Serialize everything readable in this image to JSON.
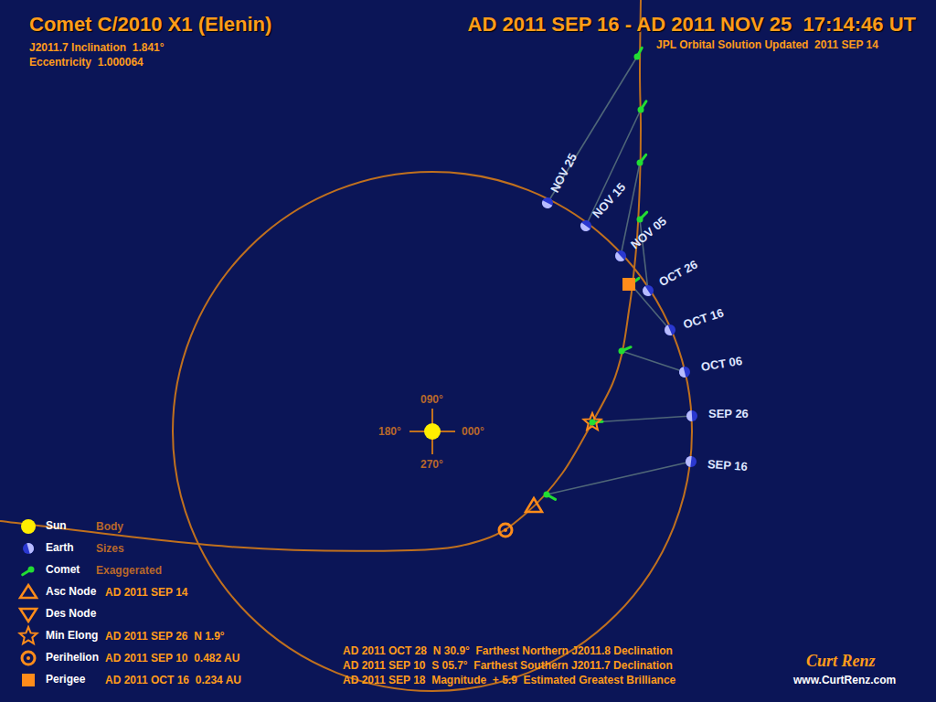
{
  "diagram": {
    "title": "Comet C/2010 X1 (Elenin)",
    "labels": [
      "J2011.7 Inclination  1.841°",
      "Eccentricity  1.000064",
      "AD 2011 SEP 16 - AD 2011 NOV 25  17:14:46 UT",
      "JPL Orbital Solution Updated  2011 SEP 14",
      "NOV 25",
      "NOV 15",
      "NOV 05",
      "OCT 26",
      "OCT 16",
      "OCT 06",
      "SEP 26",
      "SEP 16",
      "090°",
      "180°",
      "000°",
      "270°",
      "Body",
      "Sizes",
      "Exaggerated",
      "AD 2011 SEP 14",
      "AD 2011 SEP 26  N 1.9°",
      "AD 2011 SEP 10  0.482 AU",
      "AD 2011 OCT 16  0.234 AU",
      "AD 2011 OCT 28  N 30.9°  Farthest Northern J2011.8 Declination",
      "AD 2011 SEP 10  S 05.7°  Farthest Southern J2011.7 Declination",
      "AD 2011 SEP 18  Magnitude  + 5.9  Estimated Greatest Brilliance",
      "Curt Renz",
      "www.CurtRenz.com"
    ],
    "legend": [
      {
        "text": "Sun",
        "color": "#ffee00"
      },
      {
        "text": "Earth"
      },
      {
        "text": "Comet"
      },
      {
        "text": "Asc Node"
      },
      {
        "text": "Des Node"
      },
      {
        "text": "Min Elong"
      },
      {
        "text": "Perihelion"
      },
      {
        "text": "Perigee"
      }
    ]
  }
}
